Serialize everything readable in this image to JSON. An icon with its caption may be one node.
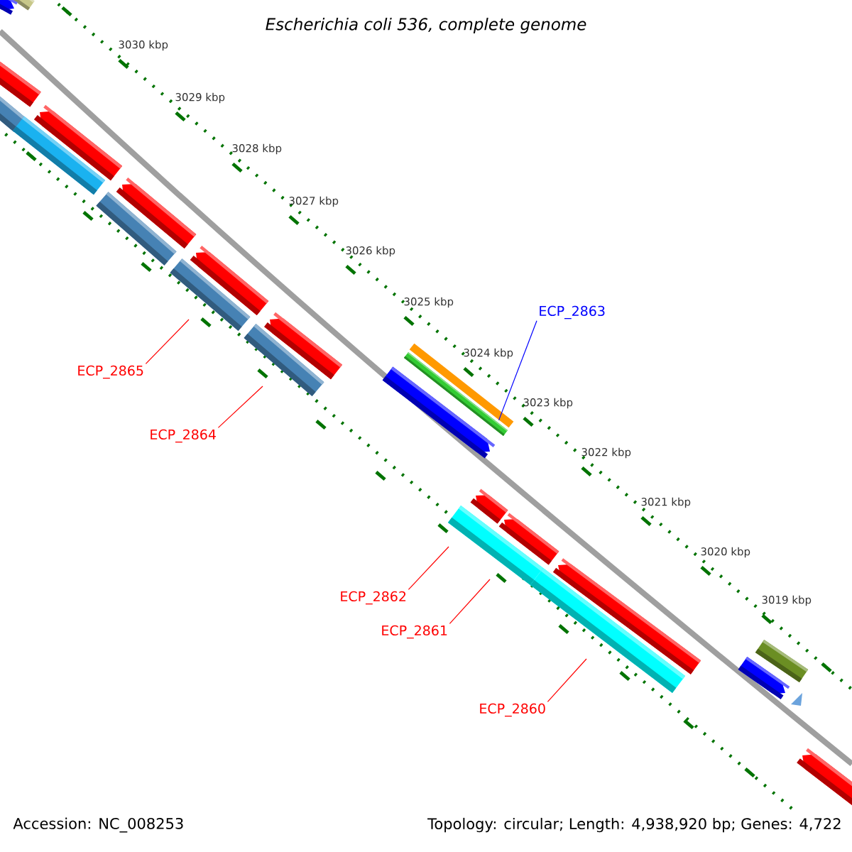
{
  "diagram": {
    "title": "Escherichia coli 536, complete genome",
    "nodes": [
      {
        "text": [
          "ECP_2865"
        ]
      },
      {
        "text": [
          "ECP_2864"
        ]
      },
      {
        "text": [
          "ECP_2863"
        ]
      },
      {
        "text": [
          "ECP_2862"
        ]
      },
      {
        "text": [
          "ECP_2861"
        ]
      },
      {
        "text": [
          "ECP_2860"
        ]
      },
      {
        "text": [],
        "shape": "bar"
      }
    ],
    "edges": [
      {
        "from": 0,
        "to": null,
        "arrow": "none"
      },
      {
        "from": 1,
        "to": null,
        "arrow": "none"
      },
      {
        "from": 2,
        "to": 6,
        "arrow": "none",
        "color": "#0000ff"
      },
      {
        "from": 3,
        "to": null,
        "arrow": "none"
      },
      {
        "from": 4,
        "to": null,
        "arrow": "none"
      },
      {
        "from": 5,
        "to": null,
        "arrow": "none"
      }
    ],
    "labels": [
      "3030 kbp",
      "3029 kbp",
      "3028 kbp",
      "3027 kbp",
      "3026 kbp",
      "3025 kbp",
      "3024 kbp",
      "3023 kbp",
      "3022 kbp",
      "3021 kbp",
      "3020 kbp",
      "3019 kbp",
      "Accession: NC_008253",
      "Topology: circular; Length: 4,938,920 bp; Genes: 4,722"
    ]
  }
}
